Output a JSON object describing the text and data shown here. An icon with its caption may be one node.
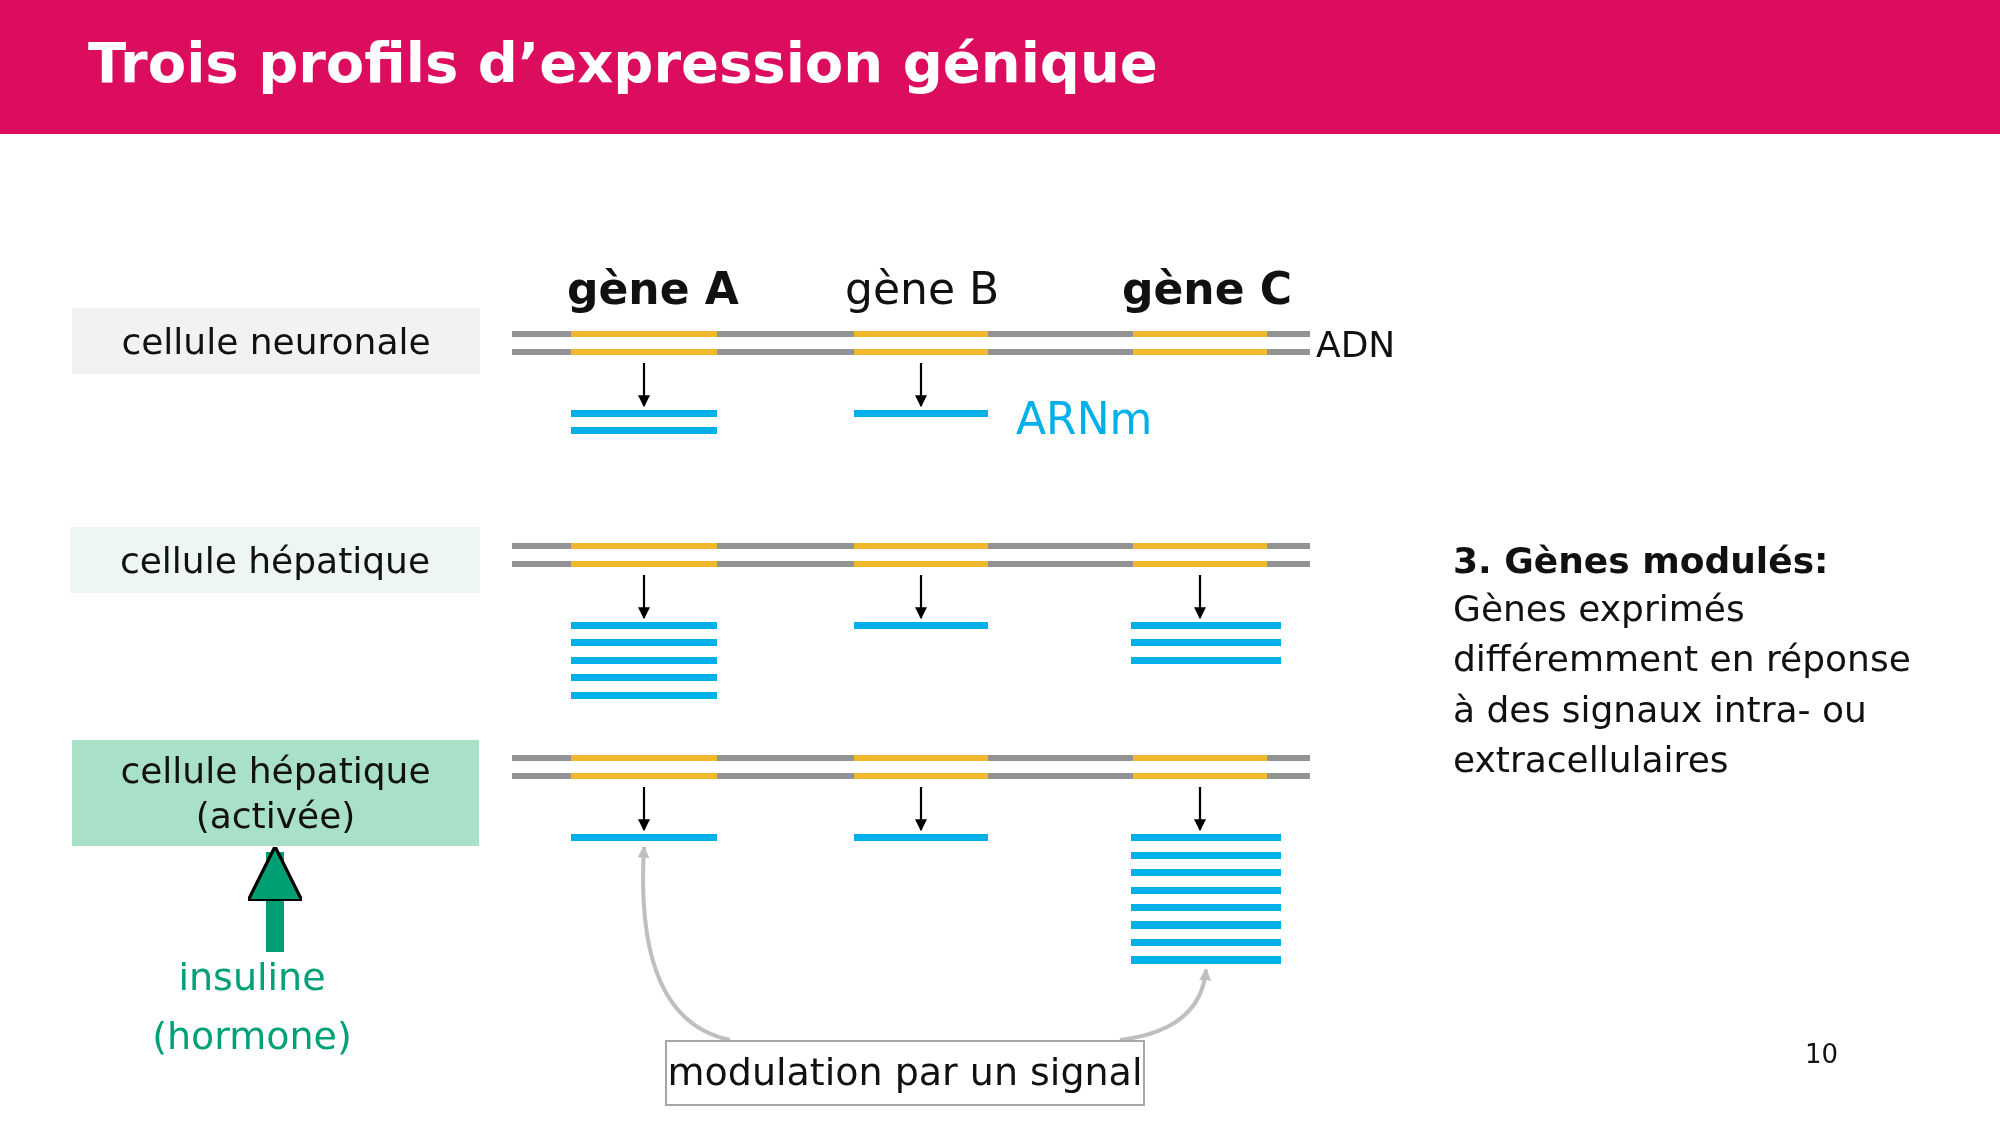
{
  "diagram": {
    "title": "Trois profils d’expression génique",
    "nodes": [
      {
        "text": [
          "cellule neuronale"
        ]
      },
      {
        "text": [],
        "shape": "bar"
      },
      {
        "text": [],
        "shape": "bar"
      },
      {
        "text": [],
        "shape": "bar"
      },
      {
        "text": [],
        "shape": "bar"
      },
      {
        "text": [],
        "shape": "bar"
      },
      {
        "text": [
          "cellule hépatique"
        ]
      },
      {
        "text": [],
        "shape": "bar"
      },
      {
        "text": [],
        "shape": "bar"
      },
      {
        "text": [],
        "shape": "bar"
      },
      {
        "text": [],
        "shape": "bar"
      },
      {
        "text": [],
        "shape": "bar"
      },
      {
        "text": [],
        "shape": "bar"
      },
      {
        "text": [
          "cellule hépatique (activée)"
        ]
      },
      {
        "text": [],
        "shape": "bar"
      },
      {
        "text": [],
        "shape": "bar"
      },
      {
        "text": [],
        "shape": "bar"
      },
      {
        "text": [],
        "shape": "bar"
      },
      {
        "text": [],
        "shape": "bar"
      },
      {
        "text": [],
        "shape": "bar"
      },
      {
        "text": [
          "insuline (hormone)"
        ]
      },
      {
        "text": [
          "modulation par un signal"
        ]
      }
    ],
    "edges": [
      {
        "from": 1,
        "to": 4,
        "arrow": "to"
      },
      {
        "from": 2,
        "to": 5,
        "arrow": "to"
      },
      {
        "from": 7,
        "to": 10,
        "arrow": "to"
      },
      {
        "from": 8,
        "to": 11,
        "arrow": "to"
      },
      {
        "from": 9,
        "to": 12,
        "arrow": "to"
      },
      {
        "from": 14,
        "to": 17,
        "arrow": "to"
      },
      {
        "from": 15,
        "to": 18,
        "arrow": "to"
      },
      {
        "from": 16,
        "to": 19,
        "arrow": "to"
      },
      {
        "from": 20,
        "to": 13,
        "arrow": "to",
        "style": "thick",
        "color": "#009e73"
      },
      {
        "from": 21,
        "to": 17,
        "arrow": "to",
        "color": "#bfbfbf"
      },
      {
        "from": 21,
        "to": 19,
        "arrow": "to",
        "color": "#bfbfbf"
      }
    ],
    "labels": [
      "gène A",
      "gène B",
      "gène C",
      "ADN",
      "ARNm",
      "3. Gènes modulés:",
      "Gènes exprimés différemment en réponse à des signaux intra- ou extracellulaires",
      "10"
    ]
  }
}
